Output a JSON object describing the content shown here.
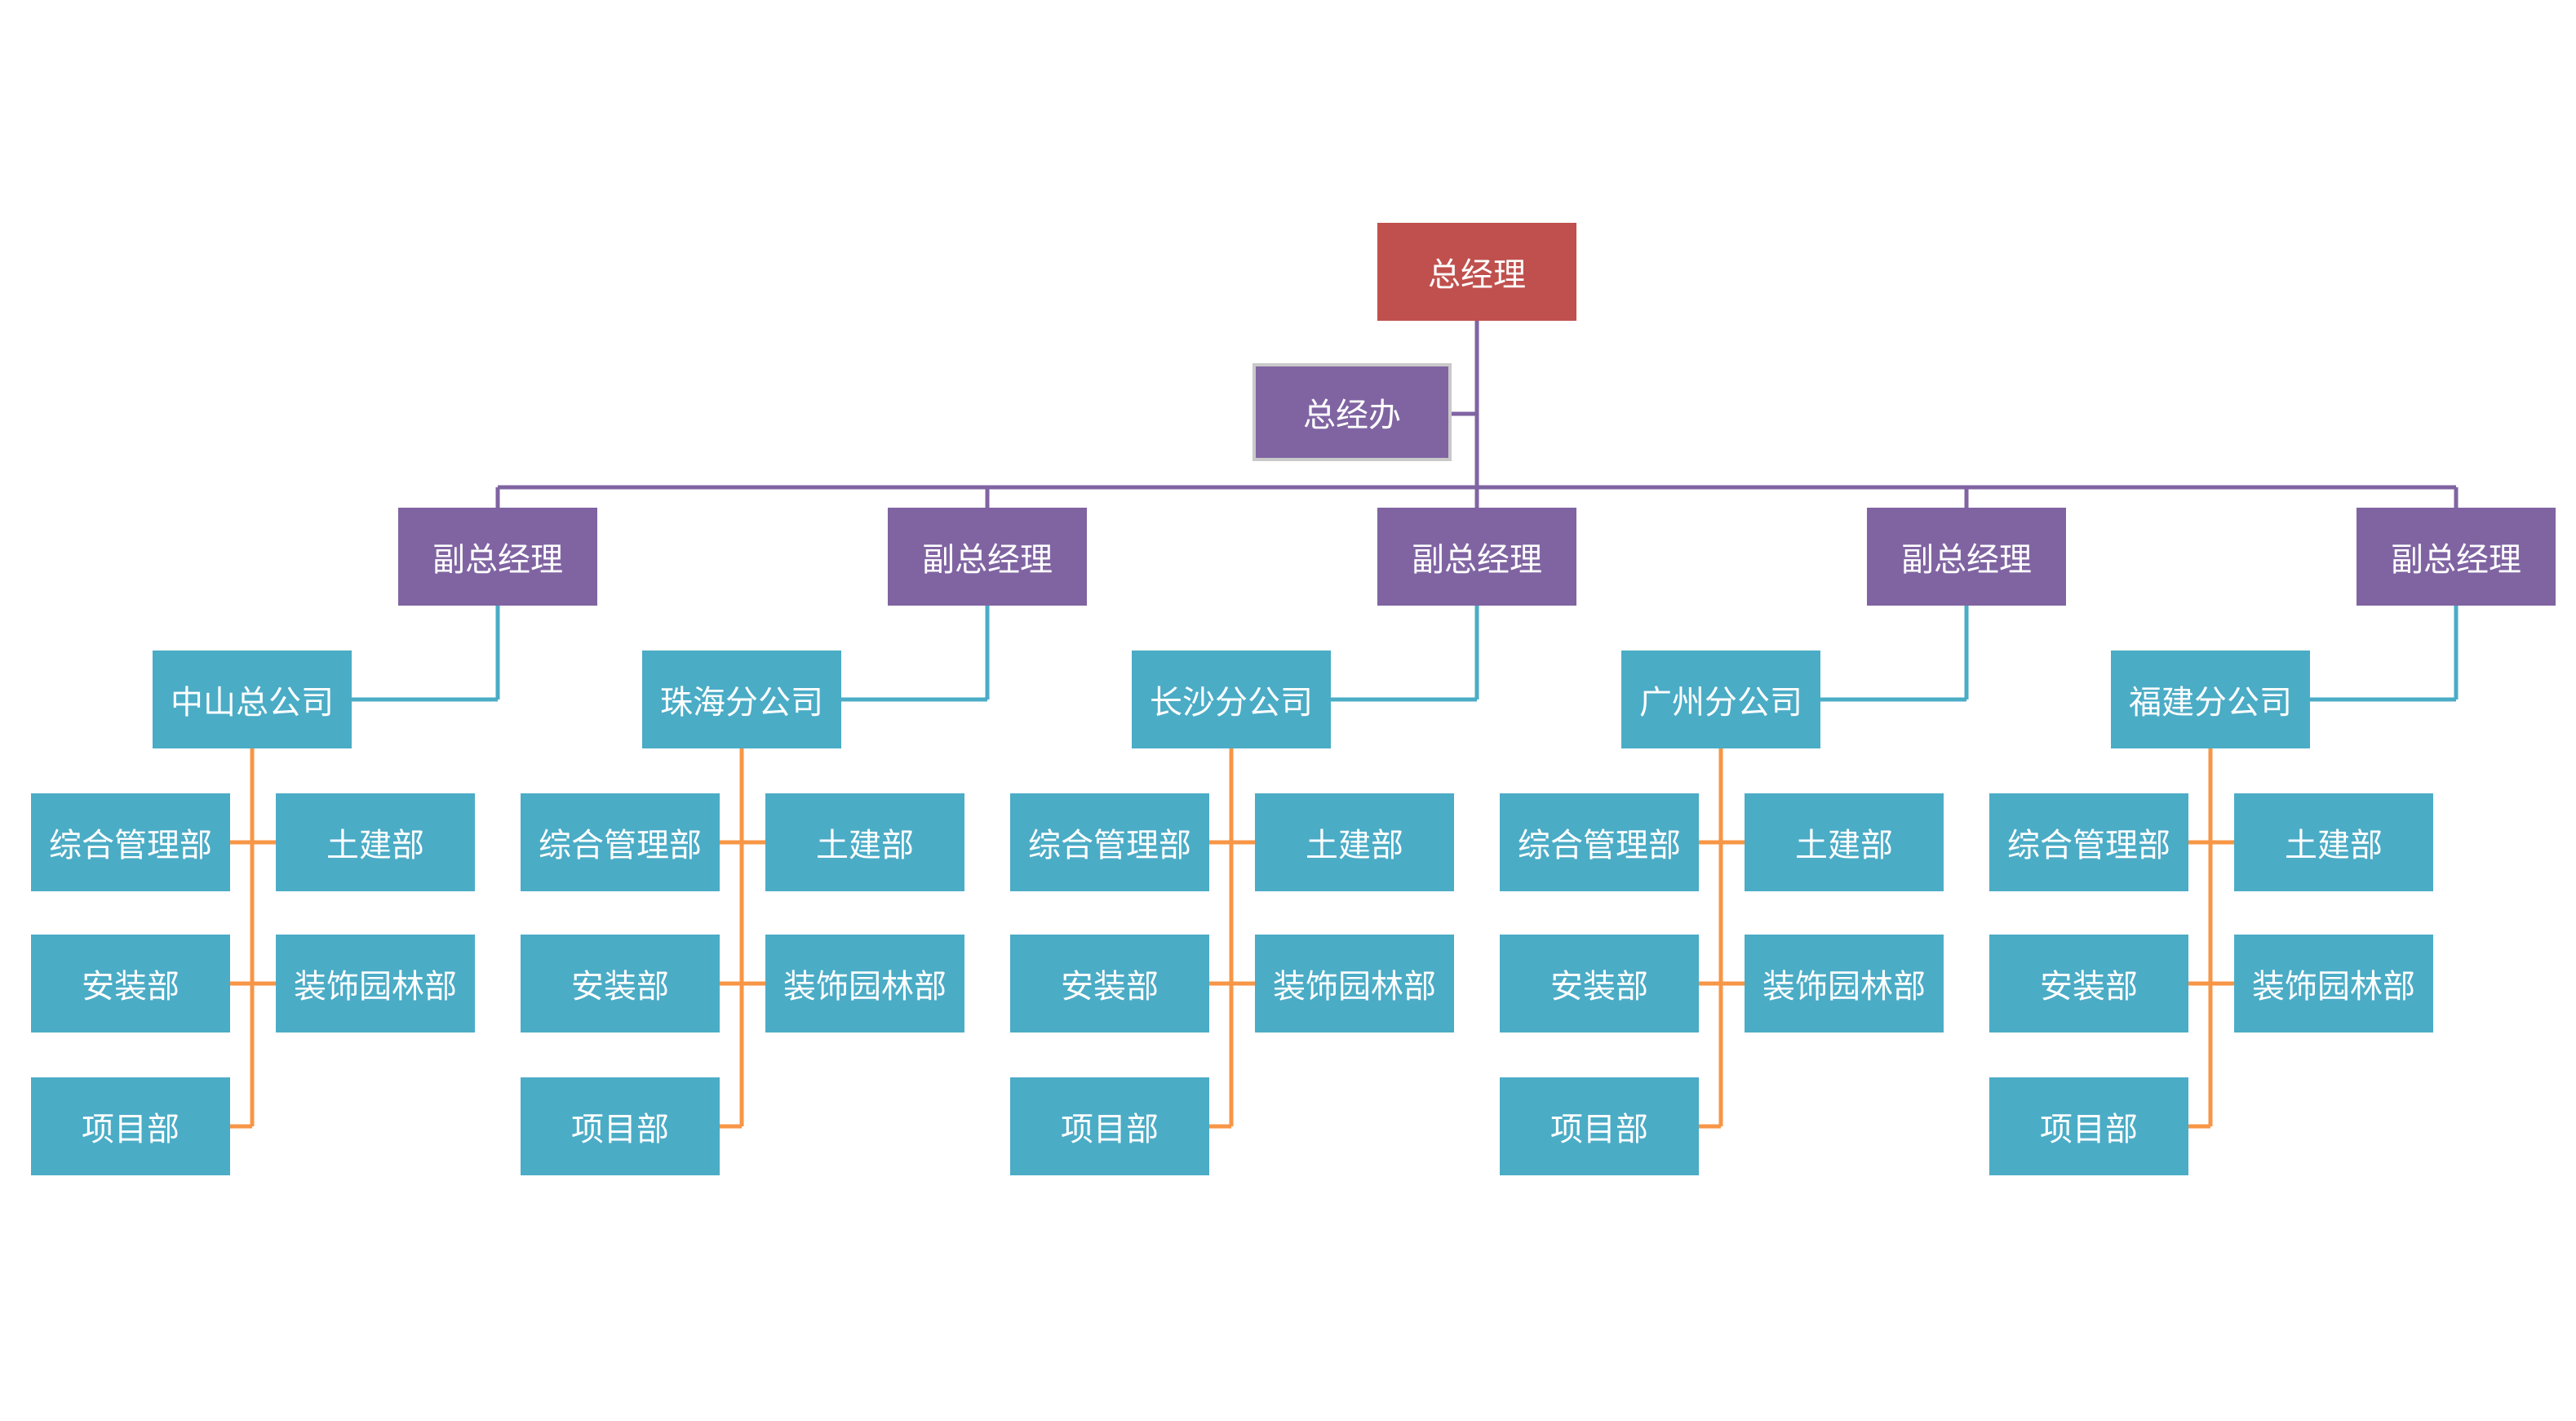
{
  "colors": {
    "ceo": "#C0504D",
    "level2": "#8064A2",
    "level3": "#4BACC6",
    "connector_top": "#8064A2",
    "connector_mid": "#4BACC6",
    "connector_dept": "#F79646"
  },
  "ceo": {
    "label": "总经理"
  },
  "office": {
    "label": "总经办"
  },
  "groups": [
    {
      "vp": "副总经理",
      "branch": "中山总公司",
      "depts": [
        "综合管理部",
        "土建部",
        "安装部",
        "装饰园林部",
        "项目部"
      ]
    },
    {
      "vp": "副总经理",
      "branch": "珠海分公司",
      "depts": [
        "综合管理部",
        "土建部",
        "安装部",
        "装饰园林部",
        "项目部"
      ]
    },
    {
      "vp": "副总经理",
      "branch": "长沙分公司",
      "depts": [
        "综合管理部",
        "土建部",
        "安装部",
        "装饰园林部",
        "项目部"
      ]
    },
    {
      "vp": "副总经理",
      "branch": "广州分公司",
      "depts": [
        "综合管理部",
        "土建部",
        "安装部",
        "装饰园林部",
        "项目部"
      ]
    },
    {
      "vp": "副总经理",
      "branch": "福建分公司",
      "depts": [
        "综合管理部",
        "土建部",
        "安装部",
        "装饰园林部",
        "项目部"
      ]
    }
  ]
}
